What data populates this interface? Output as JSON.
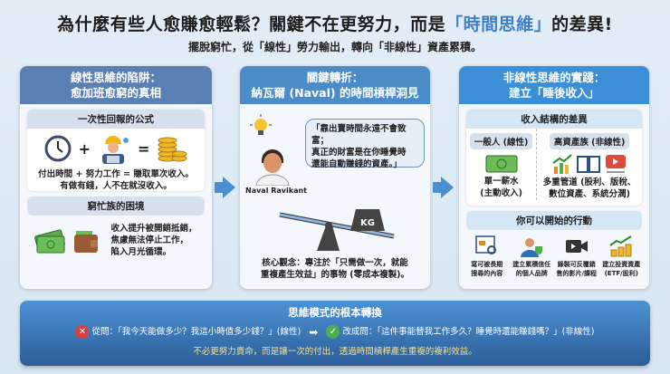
{
  "header": {
    "title_pre": "為什麼有些人愈賺愈輕鬆？關鍵不在更努力，而是",
    "title_highlight": "「時間思維」",
    "title_post": "的差異!",
    "subtitle": "擺脫窮忙，從「線性」勞力輸出，轉向「非線性」資產累積。",
    "highlight_color": "#3f7fc6"
  },
  "panel1": {
    "title_line1": "線性思維的陷阱：",
    "title_line2": "愈加班愈窮的真相",
    "header_color": "#5a7fb2",
    "formula": {
      "heading": "一次性回報的公式",
      "icons": [
        "clock-icon",
        "worker-icon",
        "coins-icon"
      ],
      "plus": "+",
      "equals": "=",
      "line1": "付出時間 + 努力工作 = 賺取單次收入。",
      "line2": "有做有錢，人不在就沒收入。"
    },
    "dilemma": {
      "heading": "窮忙族的困境",
      "icons": [
        "cash-icon",
        "wallet-icon"
      ],
      "line1": "收入提升被開銷抵銷，",
      "line2": "焦慮無法停止工作，",
      "line3": "陷入月光循環。"
    }
  },
  "panel2": {
    "title_line1": "關鍵轉折：",
    "title_line2": "納瓦爾 (Naval) 的時間槓桿洞見",
    "header_color": "#4a8bc8",
    "quote_line1": "「靠出賣時間永遠不會致富；",
    "quote_line2": "真正的財富是在你睡覺時",
    "quote_line3": "還能自動賺錢的資產。」",
    "person_name": "Naval Ravikant",
    "weight_label": "KG",
    "core_line1": "核心觀念：專注於「只需做一次，就能",
    "core_line2": "重複產生效益」的事物 (零成本複製)。"
  },
  "panel3": {
    "title_line1": "非線性思維的實踐：",
    "title_line2": "建立「睡後收入」",
    "header_color": "#3b8fd6",
    "structure": {
      "heading": "收入結構的差異",
      "left_tag": "一般人 (線性)",
      "left_line1": "單一薪水",
      "left_line2": "(主動收入)",
      "right_tag": "高資產族 (非線性)",
      "right_line1": "多重管道 (股利、版稅、",
      "right_line2": "數位資產、系統分潤)"
    },
    "actions": {
      "heading": "你可以開始的行動",
      "items": [
        {
          "icon": "search-article-icon",
          "line1": "寫可被長期",
          "line2": "搜尋的內容"
        },
        {
          "icon": "person-shield-icon",
          "line1": "建立累積信任",
          "line2": "的個人品牌"
        },
        {
          "icon": "video-camera-icon",
          "line1": "錄製可反覆銷",
          "line2": "售的影片/課程"
        },
        {
          "icon": "growth-coins-icon",
          "line1": "建立投資資產",
          "line2": "(ETF/股利)"
        }
      ]
    }
  },
  "banner": {
    "title": "思維模式的根本轉換",
    "from": "從問：「我今天能做多少？我這小時值多少錢？」(線性)",
    "to": "改成問：「這件事能替我工作多久？睡覺時還能賺錢嗎？」(非線性)",
    "conclusion": "不必更努力賣命，而是讓一次的付出，透過時間槓桿產生重複的複利效益。",
    "conclusion_color": "#f6e08a"
  }
}
